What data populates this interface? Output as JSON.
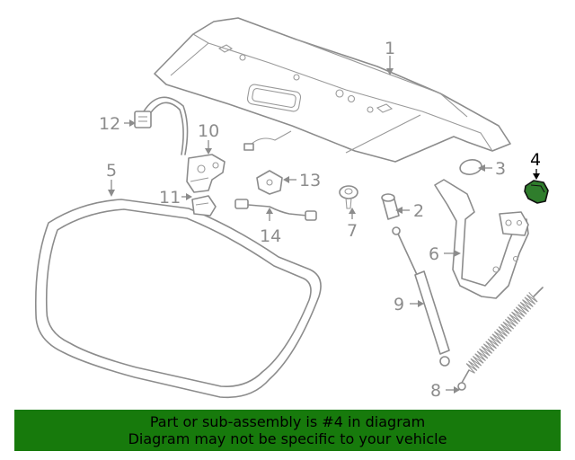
{
  "callouts": {
    "c1": "1",
    "c2": "2",
    "c3": "3",
    "c4": "4",
    "c5": "5",
    "c6": "6",
    "c7": "7",
    "c8": "8",
    "c9": "9",
    "c10": "10",
    "c11": "11",
    "c12": "12",
    "c13": "13",
    "c14": "14"
  },
  "highlight": {
    "part_number": "4",
    "color": "#2f7d2c"
  },
  "banner": {
    "line1": "Part or sub-assembly is #4 in diagram",
    "line2": "Diagram may not be specific to your vehicle",
    "background": "#177a0c"
  }
}
